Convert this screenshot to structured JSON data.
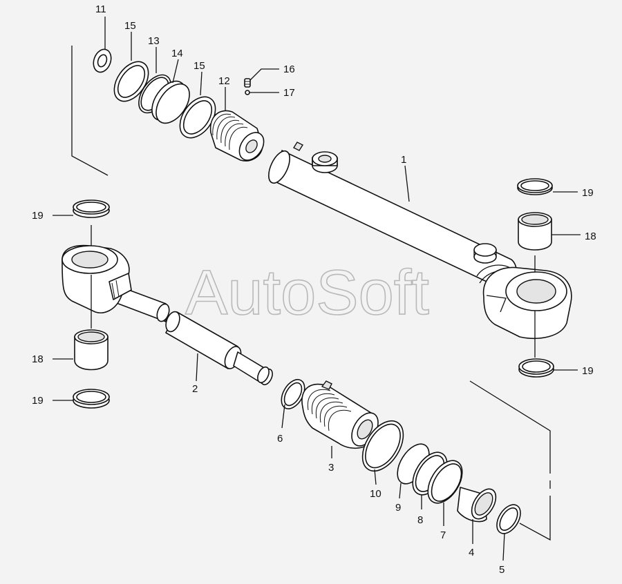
{
  "watermark": "AutoSoft",
  "labels": {
    "l11": "11",
    "l15a": "15",
    "l13": "13",
    "l14": "14",
    "l15b": "15",
    "l12": "12",
    "l16": "16",
    "l17": "17",
    "l1": "1",
    "l19a": "19",
    "l18a": "18",
    "l19b": "19",
    "l19c": "19",
    "l18b": "18",
    "l19d": "19",
    "l2": "2",
    "l6": "6",
    "l3": "3",
    "l10": "10",
    "l9": "9",
    "l8": "8",
    "l7": "7",
    "l4": "4",
    "l5": "5"
  }
}
